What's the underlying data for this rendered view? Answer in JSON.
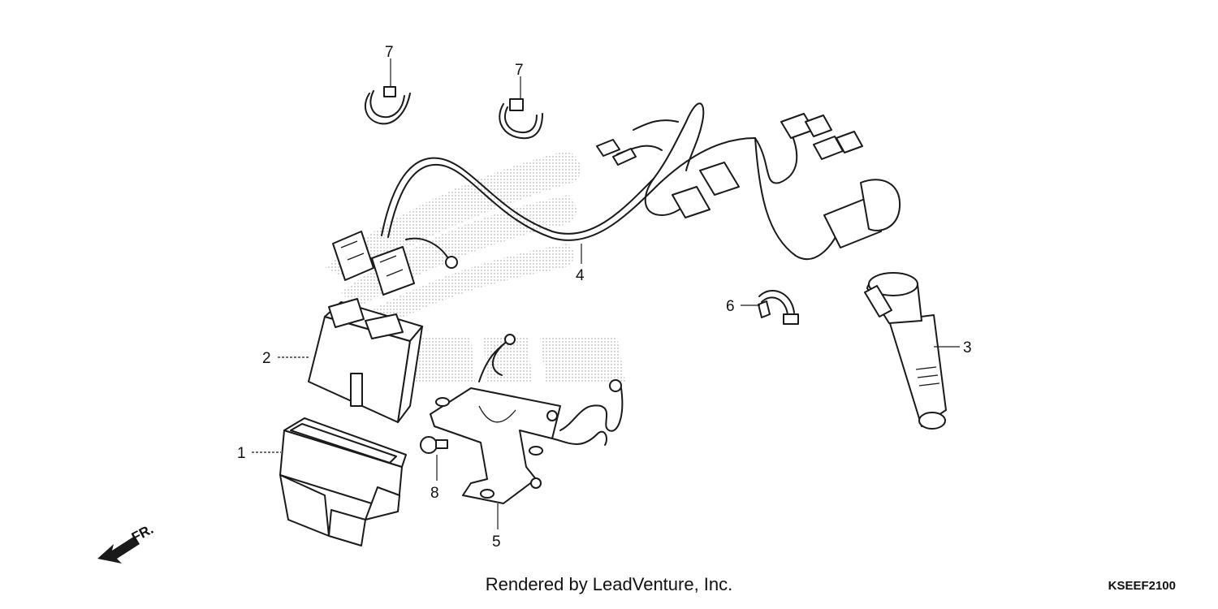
{
  "diagram": {
    "callouts": [
      "1",
      "2",
      "3",
      "4",
      "5",
      "6",
      "7",
      "7",
      "8"
    ],
    "front_marker": "FR.",
    "credit": "Rendered by LeadVenture, Inc.",
    "diagram_code": "KSEEF2100"
  }
}
